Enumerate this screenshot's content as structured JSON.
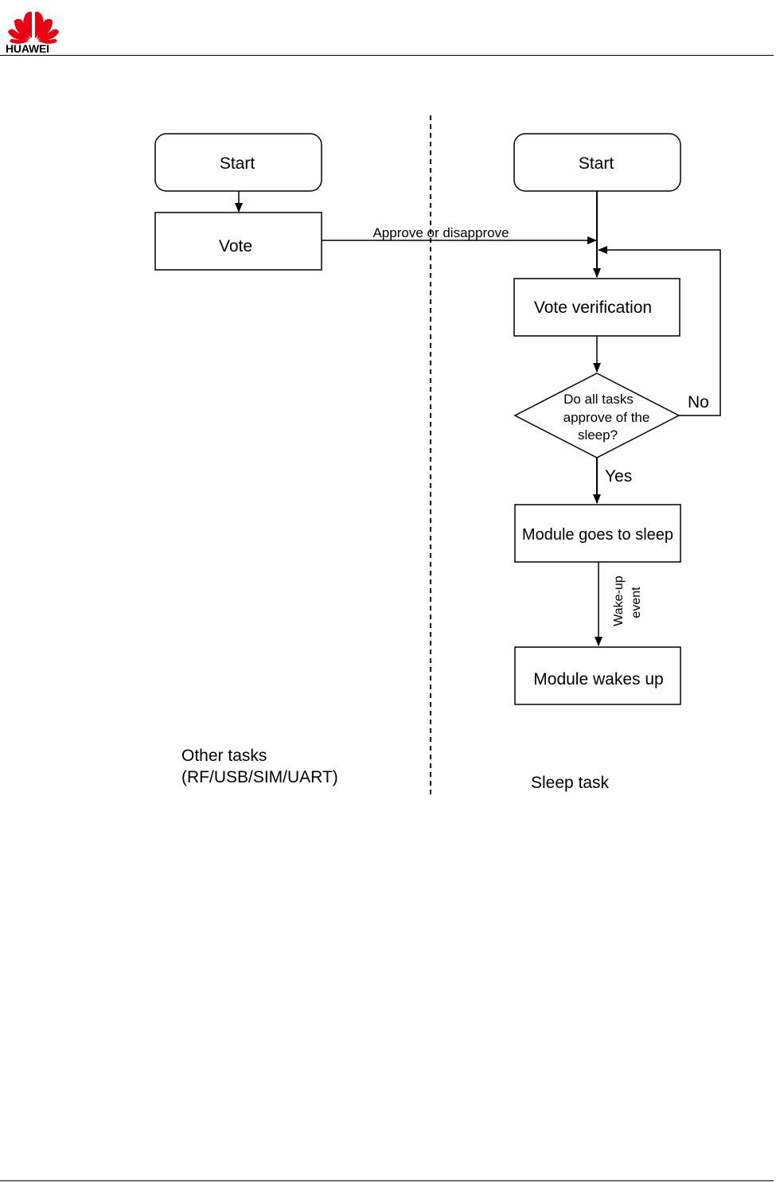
{
  "header": {
    "brand": "HUAWEI",
    "logo_icon": "huawei-flower-logo",
    "logo_color": "#e60012"
  },
  "diagram": {
    "nodes": {
      "start_left": "Start",
      "vote": "Vote",
      "start_right": "Start",
      "vote_verification": "Vote verification",
      "decision": [
        "Do all tasks",
        "approve of the",
        "sleep?"
      ],
      "sleep": "Module goes to sleep",
      "wake": "Module wakes up"
    },
    "edge_labels": {
      "approve": "Approve or disapprove",
      "no": "No",
      "yes": "Yes",
      "wakeup_line1": "Wake-up",
      "wakeup_line2": "event"
    },
    "lanes": {
      "left_line1": "Other tasks",
      "left_line2": "(RF/USB/SIM/UART)",
      "right": "Sleep task"
    }
  }
}
